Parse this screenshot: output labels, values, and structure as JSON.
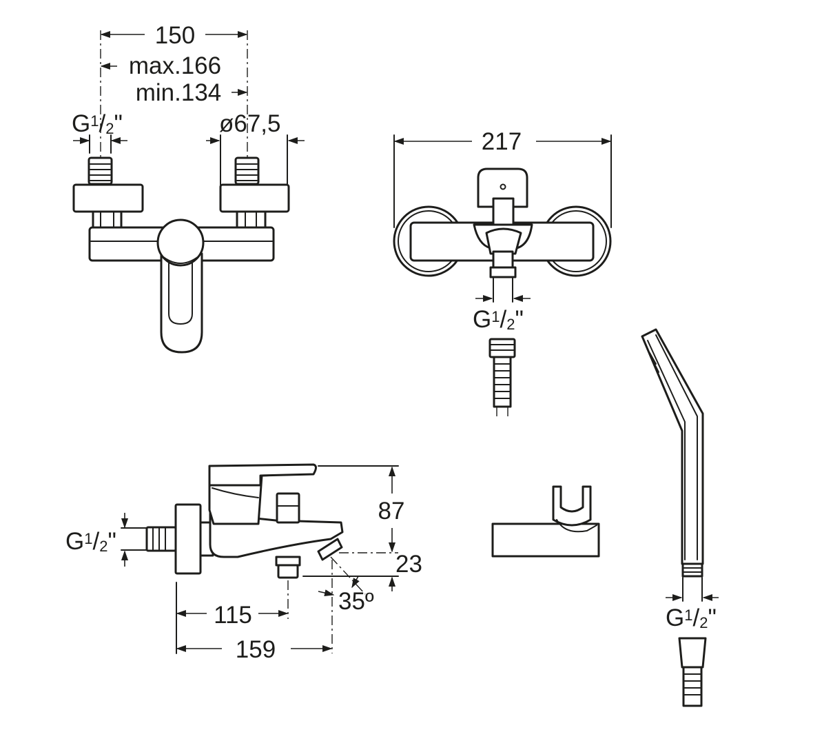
{
  "dimensions": {
    "overall_width": "150",
    "max_width": "max.166",
    "min_width": "min.134",
    "flange_diameter": "ø67,5",
    "front_width": "217",
    "height": "87",
    "spout_drop": "23",
    "spout_angle": "35º",
    "depth_to_outlet": "115",
    "depth_to_spout": "159"
  },
  "thread": {
    "main": "G",
    "frac_top": "1",
    "slash": "/",
    "frac_bottom": "2",
    "inch": "\""
  },
  "colors": {
    "line": "#1d1d1b",
    "background": "#ffffff"
  }
}
